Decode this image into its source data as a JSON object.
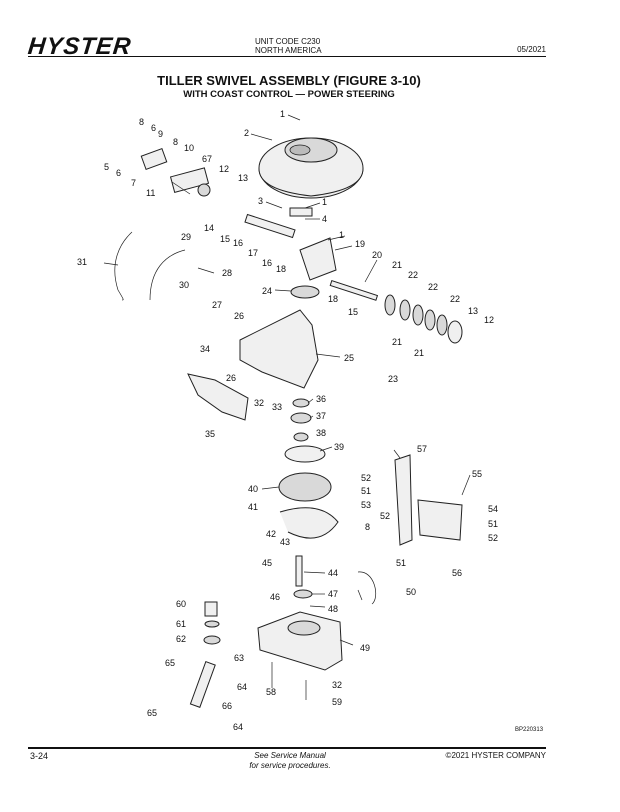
{
  "header": {
    "logo": "HYSTER",
    "unit_code": "UNIT CODE C230",
    "region": "NORTH AMERICA",
    "date": "05/2021"
  },
  "title": "TILLER SWIVEL ASSEMBLY (FIGURE 3-10)",
  "subtitle": "WITH COAST CONTROL — POWER STEERING",
  "figure_code": "BP220313",
  "footer": {
    "page_number": "3-24",
    "note_line1": "See Service Manual",
    "note_line2": "for service procedures.",
    "copyright": "©2021 HYSTER COMPANY"
  },
  "callouts": [
    {
      "id": "c1",
      "text": "1"
    },
    {
      "id": "c2",
      "text": "2"
    },
    {
      "id": "c3",
      "text": "3"
    },
    {
      "id": "c1b",
      "text": "1"
    },
    {
      "id": "c4",
      "text": "4"
    },
    {
      "id": "c1c",
      "text": "1"
    },
    {
      "id": "c5",
      "text": "5"
    },
    {
      "id": "c6",
      "text": "6"
    },
    {
      "id": "c6b",
      "text": "6"
    },
    {
      "id": "c7",
      "text": "7"
    },
    {
      "id": "c8",
      "text": "8"
    },
    {
      "id": "c8b",
      "text": "8"
    },
    {
      "id": "c9",
      "text": "9"
    },
    {
      "id": "c10",
      "text": "10"
    },
    {
      "id": "c11",
      "text": "11"
    },
    {
      "id": "c67",
      "text": "67"
    },
    {
      "id": "c12",
      "text": "12"
    },
    {
      "id": "c13",
      "text": "13"
    },
    {
      "id": "c14",
      "text": "14"
    },
    {
      "id": "c15",
      "text": "15"
    },
    {
      "id": "c16",
      "text": "16"
    },
    {
      "id": "c17",
      "text": "17"
    },
    {
      "id": "c16b",
      "text": "16"
    },
    {
      "id": "c18",
      "text": "18"
    },
    {
      "id": "c19",
      "text": "19"
    },
    {
      "id": "c20",
      "text": "20"
    },
    {
      "id": "c18b",
      "text": "18"
    },
    {
      "id": "c15b",
      "text": "15"
    },
    {
      "id": "c21",
      "text": "21"
    },
    {
      "id": "c22",
      "text": "22"
    },
    {
      "id": "c22b",
      "text": "22"
    },
    {
      "id": "c22c",
      "text": "22"
    },
    {
      "id": "c13b",
      "text": "13"
    },
    {
      "id": "c12b",
      "text": "12"
    },
    {
      "id": "c21b",
      "text": "21"
    },
    {
      "id": "c21c",
      "text": "21"
    },
    {
      "id": "c23",
      "text": "23"
    },
    {
      "id": "c31",
      "text": "31"
    },
    {
      "id": "c29",
      "text": "29"
    },
    {
      "id": "c28",
      "text": "28"
    },
    {
      "id": "c30",
      "text": "30"
    },
    {
      "id": "c24",
      "text": "24"
    },
    {
      "id": "c27",
      "text": "27"
    },
    {
      "id": "c26",
      "text": "26"
    },
    {
      "id": "c25",
      "text": "25"
    },
    {
      "id": "c34",
      "text": "34"
    },
    {
      "id": "c26b",
      "text": "26"
    },
    {
      "id": "c32",
      "text": "32"
    },
    {
      "id": "c33",
      "text": "33"
    },
    {
      "id": "c35",
      "text": "35"
    },
    {
      "id": "c36",
      "text": "36"
    },
    {
      "id": "c37",
      "text": "37"
    },
    {
      "id": "c38",
      "text": "38"
    },
    {
      "id": "c39",
      "text": "39"
    },
    {
      "id": "c40",
      "text": "40"
    },
    {
      "id": "c41",
      "text": "41"
    },
    {
      "id": "c42",
      "text": "42"
    },
    {
      "id": "c43",
      "text": "43"
    },
    {
      "id": "c57",
      "text": "57"
    },
    {
      "id": "c52",
      "text": "52"
    },
    {
      "id": "c51",
      "text": "51"
    },
    {
      "id": "c53",
      "text": "53"
    },
    {
      "id": "c55",
      "text": "55"
    },
    {
      "id": "c52b",
      "text": "52"
    },
    {
      "id": "c54",
      "text": "54"
    },
    {
      "id": "c51b",
      "text": "51"
    },
    {
      "id": "c52c",
      "text": "52"
    },
    {
      "id": "c8c",
      "text": "8"
    },
    {
      "id": "c51c",
      "text": "51"
    },
    {
      "id": "c56",
      "text": "56"
    },
    {
      "id": "c45",
      "text": "45"
    },
    {
      "id": "c44",
      "text": "44"
    },
    {
      "id": "c46",
      "text": "46"
    },
    {
      "id": "c47",
      "text": "47"
    },
    {
      "id": "c48",
      "text": "48"
    },
    {
      "id": "c50",
      "text": "50"
    },
    {
      "id": "c60",
      "text": "60"
    },
    {
      "id": "c61",
      "text": "61"
    },
    {
      "id": "c62",
      "text": "62"
    },
    {
      "id": "c63",
      "text": "63"
    },
    {
      "id": "c65",
      "text": "65"
    },
    {
      "id": "c64",
      "text": "64"
    },
    {
      "id": "c49",
      "text": "49"
    },
    {
      "id": "c66",
      "text": "66"
    },
    {
      "id": "c58",
      "text": "58"
    },
    {
      "id": "c32b",
      "text": "32"
    },
    {
      "id": "c59",
      "text": "59"
    },
    {
      "id": "c65b",
      "text": "65"
    },
    {
      "id": "c64b",
      "text": "64"
    }
  ]
}
